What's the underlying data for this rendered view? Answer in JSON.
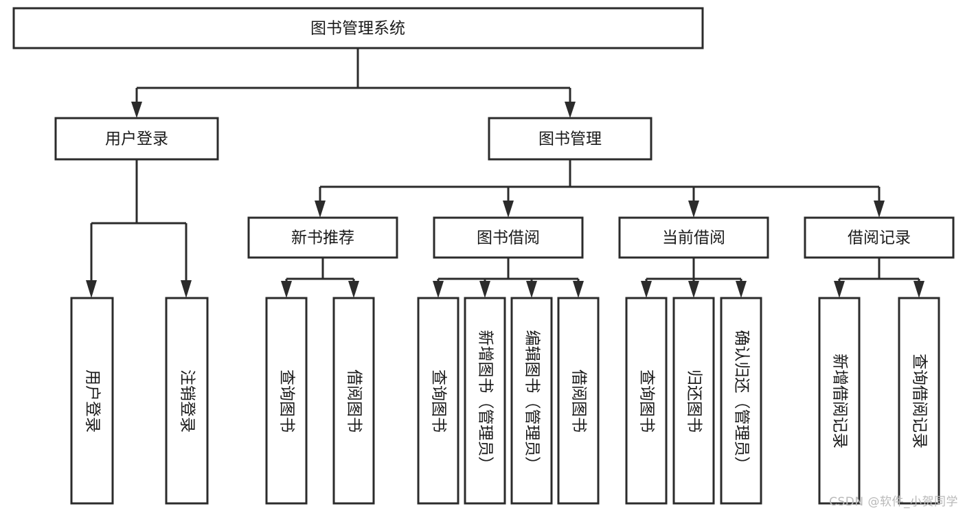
{
  "diagram": {
    "title": "图书管理系统",
    "watermark": "CSDN @软件_小贺同学",
    "type": "tree-hierarchy-diagram",
    "orientation": "top-down",
    "colors": {
      "box_fill": "#ffffff",
      "box_stroke": "#2b2b2b",
      "connector": "#2b2b2b",
      "text": "#1a1a1a",
      "watermark": "#b9b9b9",
      "background": "#ffffff"
    },
    "root": {
      "label": "图书管理系统"
    },
    "level2": [
      {
        "label": "用户登录"
      },
      {
        "label": "图书管理"
      }
    ],
    "level3": [
      {
        "label": "新书推荐"
      },
      {
        "label": "图书借阅"
      },
      {
        "label": "当前借阅"
      },
      {
        "label": "借阅记录"
      }
    ],
    "leaves": {
      "user_login": [
        {
          "label": "用户登录"
        },
        {
          "label": "注销登录"
        }
      ],
      "new_book_recommend": [
        {
          "label": "查询图书"
        },
        {
          "label": "借阅图书"
        }
      ],
      "book_borrow": [
        {
          "label": "查询图书"
        },
        {
          "label": "新增图书（管理员）"
        },
        {
          "label": "编辑图书（管理员）"
        },
        {
          "label": "借阅图书"
        }
      ],
      "current_borrow": [
        {
          "label": "查询图书"
        },
        {
          "label": "归还图书"
        },
        {
          "label": "确认归还（管理员）"
        }
      ],
      "borrow_records": [
        {
          "label": "新增借阅记录"
        },
        {
          "label": "查询借阅记录"
        }
      ]
    }
  }
}
